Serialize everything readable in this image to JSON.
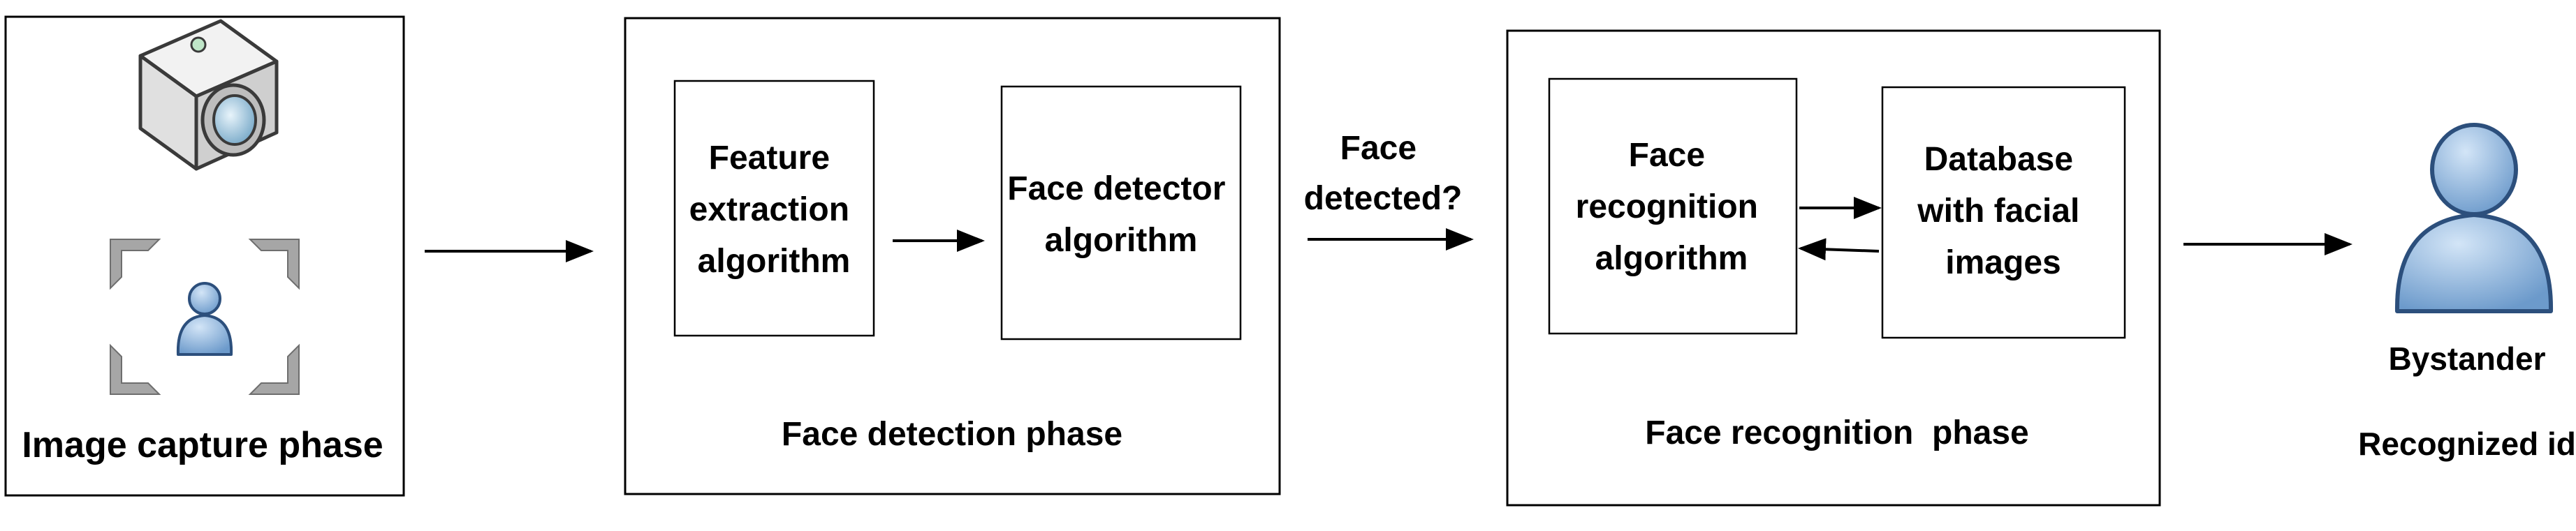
{
  "phases": {
    "capture": {
      "label": "Image capture phase"
    },
    "detection": {
      "label": "Face detection phase",
      "feature_extraction": [
        "Feature",
        "extraction",
        "algorithm"
      ],
      "face_detector": [
        "Face detector",
        "algorithm"
      ]
    },
    "decision": [
      "Face",
      "detected?"
    ],
    "recognition": {
      "label": "Face recognition  phase",
      "face_recognition": [
        "Face",
        "recognition",
        "algorithm"
      ],
      "database": [
        "Database",
        "with facial",
        "images"
      ]
    },
    "output": {
      "person_label": "Bystander",
      "result_label": "Recognized id"
    }
  },
  "icons": {
    "camera": "camera-icon",
    "capture_person": "person-icon",
    "viewfinder": "viewfinder-icon",
    "bystander": "person-icon"
  },
  "colors": {
    "person_fill": "#8fb6df",
    "person_stroke": "#2c4f7c",
    "camera_body": "#e6e6e6",
    "camera_stroke": "#3a3a3a",
    "lens": "#8fbbd4",
    "viewfinder_fill": "#a6a6a6",
    "line": "#000000"
  }
}
